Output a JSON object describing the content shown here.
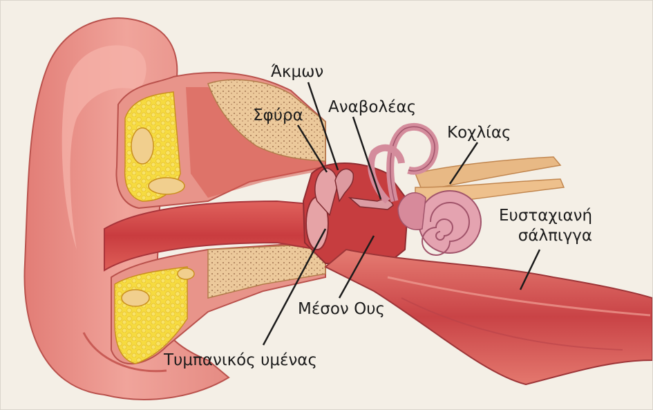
{
  "diagram": {
    "labels": {
      "akmon": "Άκμων",
      "anavoleas": "Αναβολέας",
      "sfyra": "Σφύρα",
      "kochlias": "Κοχλίας",
      "eustachian_line1": "Ευσταχιανή",
      "eustachian_line2": "σάλπιγγα",
      "meson_ous": "Μέσον Ους",
      "tympanic": "Τυμπανικός υμένας"
    },
    "colors": {
      "background": "#f4efe6",
      "skin": "#e9938c",
      "skin_dark": "#c9534f",
      "canal": "#d8474a",
      "fat": "#f2d23a",
      "bone": "#e9c79a",
      "inner_ear": "#d98fa0",
      "leader": "#1b1b1b"
    }
  }
}
